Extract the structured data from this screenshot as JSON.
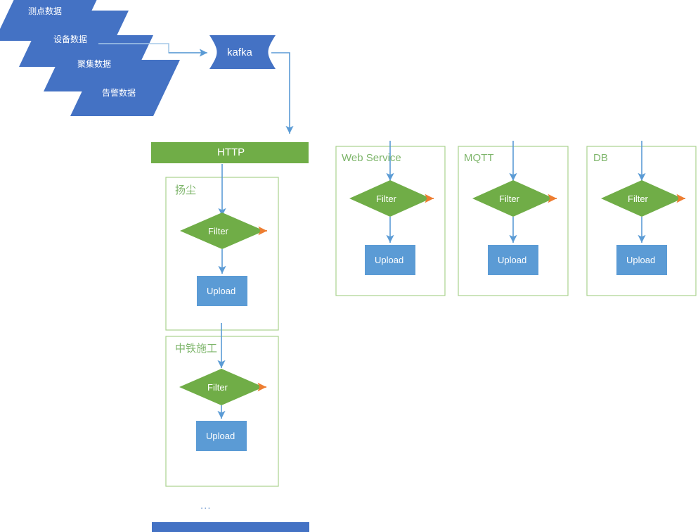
{
  "diagram": {
    "title": "Data pipeline flow diagram",
    "colors": {
      "source_blue": "#4472C4",
      "kafka_blue": "#4472C4",
      "http_green": "#70AD47",
      "filter_green": "#70AD47",
      "upload_blue": "#5B9BD5",
      "group_border_green": "#A9D18E",
      "group_label_green": "#7DB56A",
      "arrow_blue": "#5B9BD5",
      "arrow_orange": "#ED7D31",
      "bottom_bar_blue": "#4472C4"
    },
    "sources": [
      {
        "label": "测点数据"
      },
      {
        "label": "设备数据"
      },
      {
        "label": "聚集数据"
      },
      {
        "label": "告警数据"
      }
    ],
    "broker": {
      "label": "kafka"
    },
    "channel_bar": {
      "label": "HTTP"
    },
    "groups": [
      {
        "label": "扬尘",
        "filter": "Filter",
        "upload": "Upload"
      },
      {
        "label": "中铁施工",
        "filter": "Filter",
        "upload": "Upload"
      },
      {
        "label": "Web Service",
        "filter": "Filter",
        "upload": "Upload"
      },
      {
        "label": "MQTT",
        "filter": "Filter",
        "upload": "Upload"
      },
      {
        "label": "DB",
        "filter": "Filter",
        "upload": "Upload"
      }
    ],
    "ellipsis": "...",
    "bottom_bar": {
      "label": ""
    }
  }
}
